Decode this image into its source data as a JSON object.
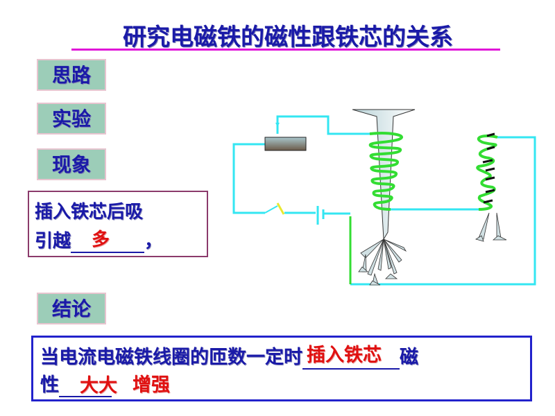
{
  "title": "研究电磁铁的磁性跟铁芯的关系",
  "tags": {
    "thinking": "思路",
    "experiment": "实验",
    "phenomenon": "现象",
    "conclusion": "结论"
  },
  "observation": {
    "line1": "插入铁芯后吸",
    "line2_prefix": "引越",
    "answer": "多",
    "line2_suffix": "，"
  },
  "conclusion_text": {
    "line1_prefix": "当电流电磁铁线圈的匝数一定时",
    "answer1": "插入铁芯",
    "line1_suffix": "磁",
    "line2_prefix": "性",
    "answer2": "大大",
    "line2_suffix": "增强"
  },
  "colors": {
    "title": "#1a1aa8",
    "answer": "#e01010",
    "wire": "#33e6f2",
    "coil": "#33dd33",
    "tag_bg": "#9ccdb8"
  }
}
